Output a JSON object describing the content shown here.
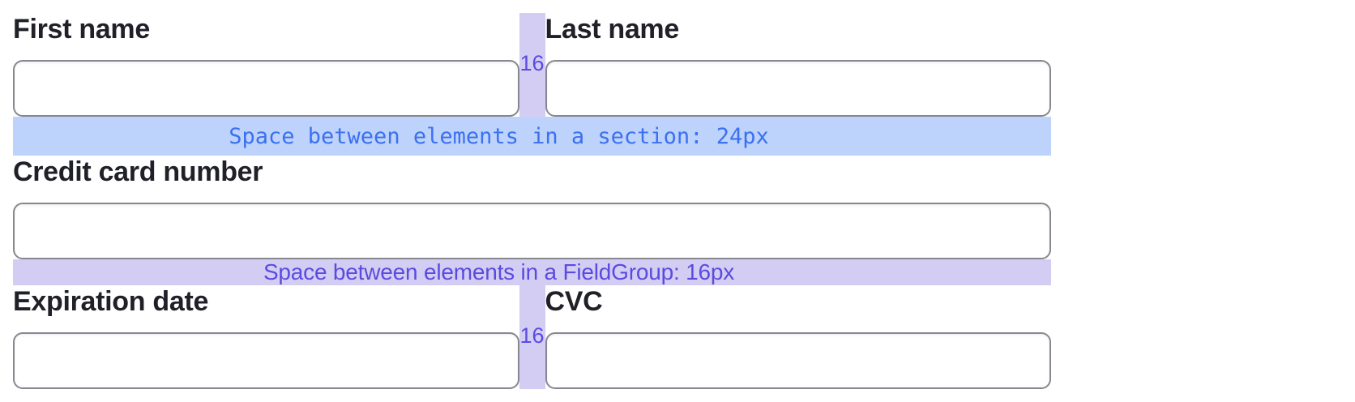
{
  "form": {
    "fields": {
      "first_name": {
        "label": "First name",
        "value": ""
      },
      "last_name": {
        "label": "Last name",
        "value": ""
      },
      "card_number": {
        "label": "Credit card number",
        "value": ""
      },
      "expiration": {
        "label": "Expiration date",
        "value": ""
      },
      "cvc": {
        "label": "CVC",
        "value": ""
      }
    },
    "column_gap_label": "16"
  },
  "annotations": {
    "section_space": "Space between elements in a section: 24px",
    "fieldgroup_space": "Space between elements in a FieldGroup: 16px"
  },
  "colors": {
    "gap_highlight": "#d3cdf4",
    "section_highlight": "#bdd3fb",
    "section_text": "#3c70f0",
    "gap_text": "#5a4be0",
    "input_border": "#87878f",
    "label_text": "#1f2028"
  }
}
